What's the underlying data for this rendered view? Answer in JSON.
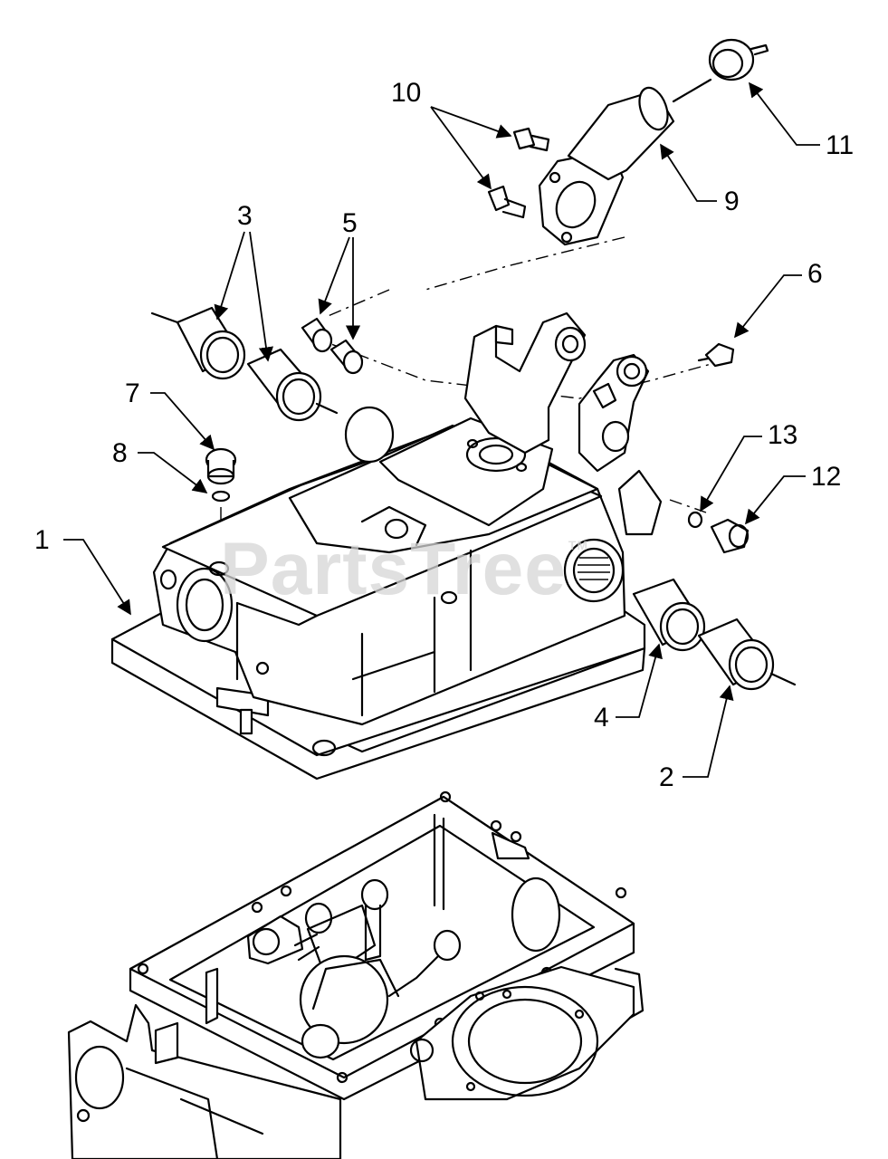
{
  "callouts": [
    {
      "id": "1",
      "text": "1"
    },
    {
      "id": "2",
      "text": "2"
    },
    {
      "id": "3",
      "text": "3"
    },
    {
      "id": "4",
      "text": "4"
    },
    {
      "id": "5",
      "text": "5"
    },
    {
      "id": "6",
      "text": "6"
    },
    {
      "id": "7",
      "text": "7"
    },
    {
      "id": "8",
      "text": "8"
    },
    {
      "id": "9",
      "text": "9"
    },
    {
      "id": "10",
      "text": "10"
    },
    {
      "id": "11",
      "text": "11"
    },
    {
      "id": "12",
      "text": "12"
    },
    {
      "id": "13",
      "text": "13"
    }
  ],
  "watermark": {
    "text": "PartsTree",
    "mark": "TM"
  }
}
